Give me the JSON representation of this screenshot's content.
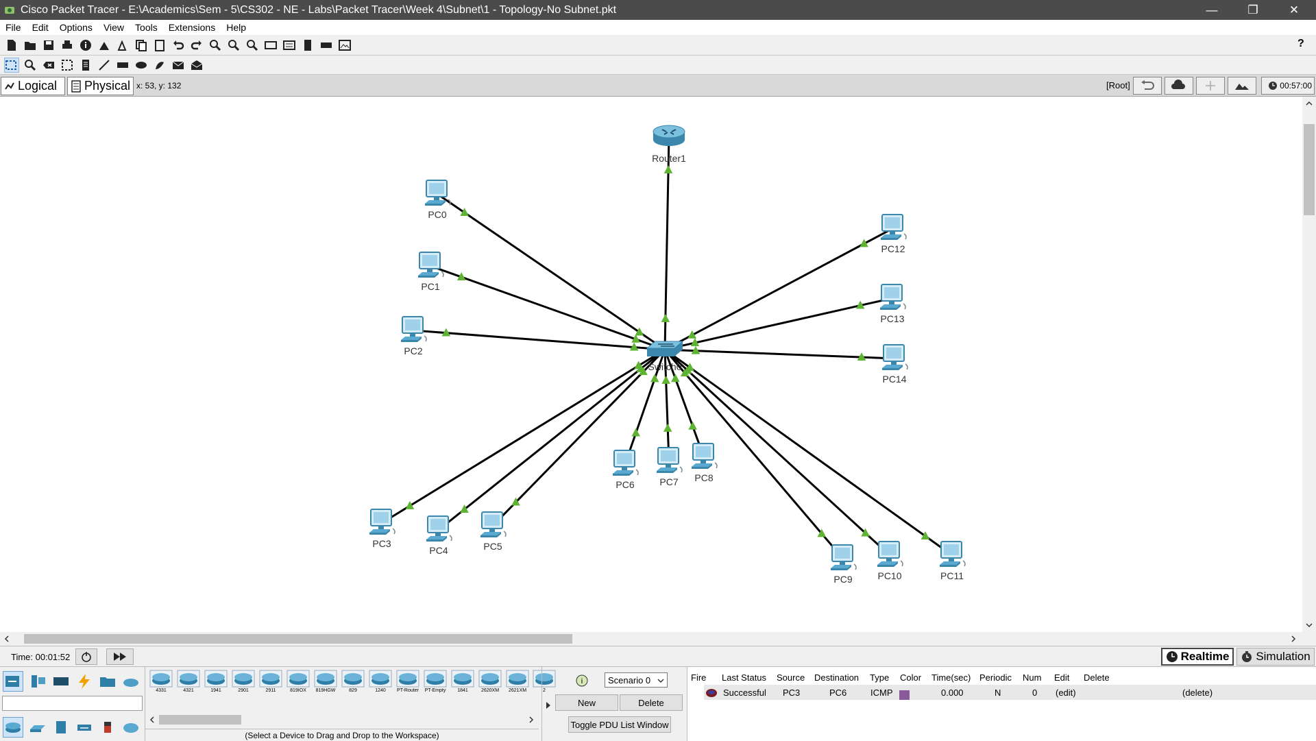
{
  "window": {
    "title": "Cisco Packet Tracer - E:\\Academics\\Sem - 5\\CS302 - NE - Labs\\Packet Tracer\\Week 4\\Subnet\\1 - Topology-No Subnet.pkt",
    "minimize": "—",
    "restore": "❐",
    "close": "✕"
  },
  "menu": [
    "File",
    "Edit",
    "Options",
    "View",
    "Tools",
    "Extensions",
    "Help"
  ],
  "help_symbol": "?",
  "viewbar": {
    "logical": "Logical",
    "physical": "Physical",
    "coords": "x: 53, y: 132",
    "root": "[Root]",
    "clock": "00:57:00"
  },
  "topology": {
    "router": {
      "label": "Router1"
    },
    "switch": {
      "label": "Switch0"
    },
    "pcs": [
      {
        "label": "PC0"
      },
      {
        "label": "PC1"
      },
      {
        "label": "PC2"
      },
      {
        "label": "PC3"
      },
      {
        "label": "PC4"
      },
      {
        "label": "PC5"
      },
      {
        "label": "PC6"
      },
      {
        "label": "PC7"
      },
      {
        "label": "PC8"
      },
      {
        "label": "PC9"
      },
      {
        "label": "PC10"
      },
      {
        "label": "PC11"
      },
      {
        "label": "PC12"
      },
      {
        "label": "PC13"
      },
      {
        "label": "PC14"
      }
    ],
    "colors": {
      "link": "#000000",
      "link_up": "#5fb332",
      "device": "#5a9fbd"
    }
  },
  "timebar": {
    "time": "Time: 00:01:52",
    "realtime": "Realtime",
    "simulation": "Simulation"
  },
  "device_panel": {
    "models": [
      "4331",
      "4321",
      "1941",
      "2901",
      "2911",
      "819IOX",
      "819HGW",
      "829",
      "1240",
      "PT-Router",
      "PT-Empty",
      "1841",
      "2620XM",
      "2621XM",
      "2"
    ],
    "hint": "(Select a Device to Drag and Drop to the Workspace)"
  },
  "scenario": {
    "selected": "Scenario 0",
    "new": "New",
    "delete": "Delete",
    "toggle": "Toggle PDU List Window"
  },
  "pdu_table": {
    "headers": [
      "Fire",
      "Last Status",
      "Source",
      "Destination",
      "Type",
      "Color",
      "Time(sec)",
      "Periodic",
      "Num",
      "Edit",
      "Delete"
    ],
    "rows": [
      {
        "status": "Successful",
        "source": "PC3",
        "destination": "PC6",
        "type": "ICMP",
        "color": "#8a5a9a",
        "time": "0.000",
        "periodic": "N",
        "num": "0",
        "edit": "(edit)",
        "delete": "(delete)"
      }
    ]
  }
}
